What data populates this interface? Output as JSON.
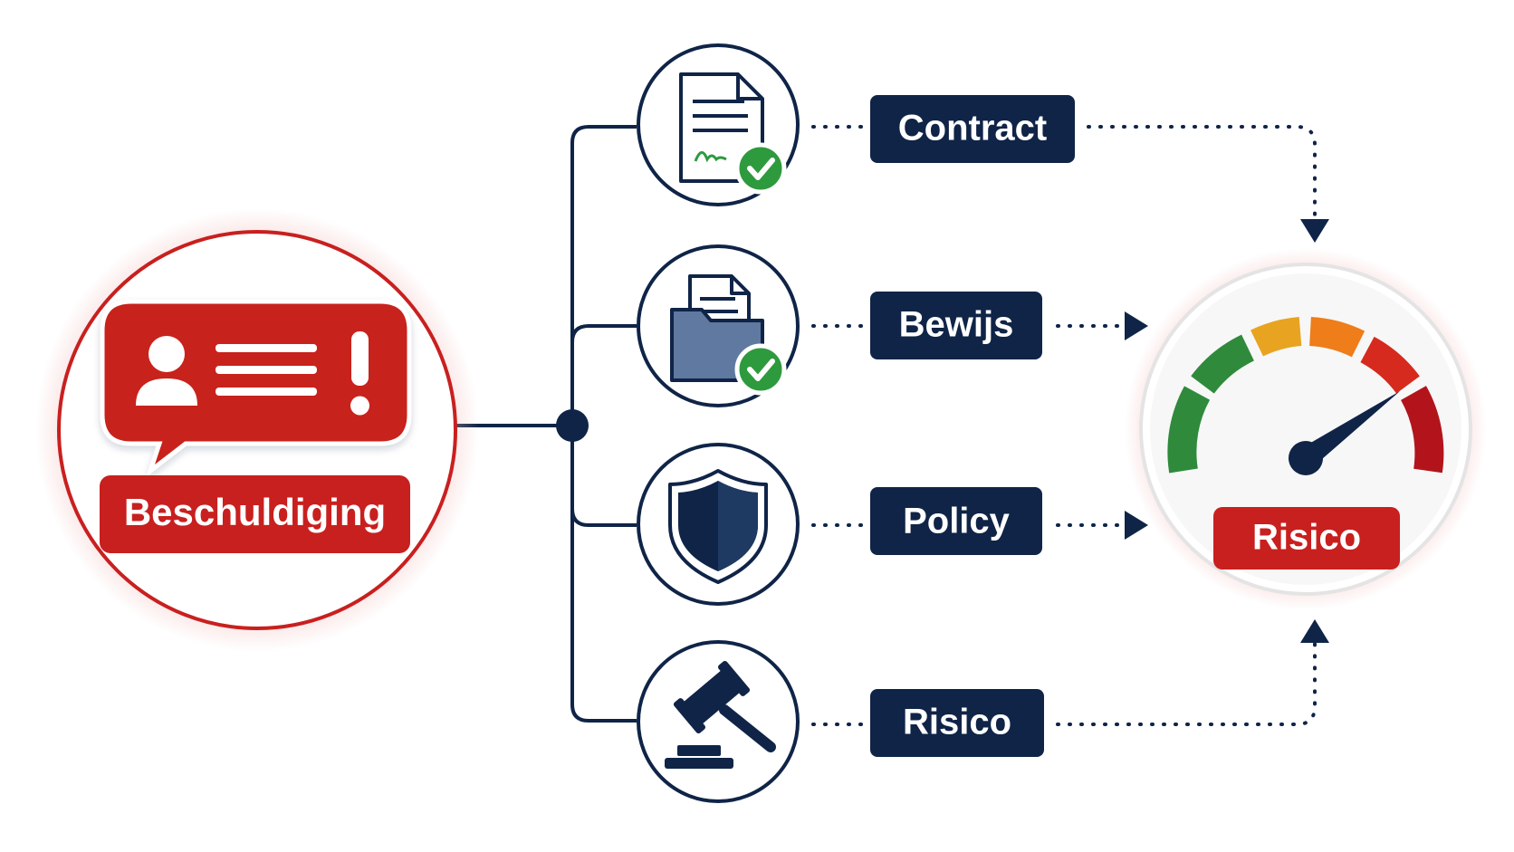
{
  "colors": {
    "navy": "#0f2447",
    "red": "#c8201f",
    "green": "#2e9a3e",
    "folder": "#6079a0",
    "gauge_green": "#2f8a3b",
    "gauge_yellow": "#e8a321",
    "gauge_orange": "#ee7d1a",
    "gauge_red": "#d62a1e",
    "gauge_dark_red": "#b3141c"
  },
  "source": {
    "label": "Beschuldiging",
    "icon": "alert-speech-bubble-icon"
  },
  "branches": [
    {
      "id": "contract",
      "label": "Contract",
      "icon": "signed-document-check-icon"
    },
    {
      "id": "bewijs",
      "label": "Bewijs",
      "icon": "folder-document-check-icon"
    },
    {
      "id": "policy",
      "label": "Policy",
      "icon": "shield-icon"
    },
    {
      "id": "risico",
      "label": "Risico",
      "icon": "gavel-icon"
    }
  ],
  "target": {
    "label": "Risico",
    "icon": "risk-gauge-icon"
  }
}
